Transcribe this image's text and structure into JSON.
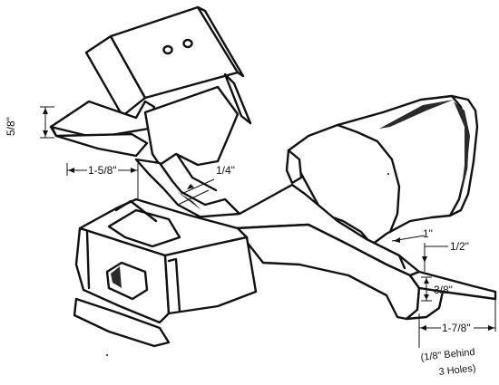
{
  "diagram": {
    "dimensions": {
      "d_5_8": "5/8\"",
      "d_1_5_8": "1-5/8\"",
      "d_1_4": "1/4\"",
      "d_1": "1\"",
      "d_1_2": "1/2\"",
      "d_3_8": "3/8\"",
      "d_1_7_8": "1-7/8\""
    },
    "note": {
      "line1": "(1/8\" Behind",
      "line2": "3 Holes)"
    }
  }
}
